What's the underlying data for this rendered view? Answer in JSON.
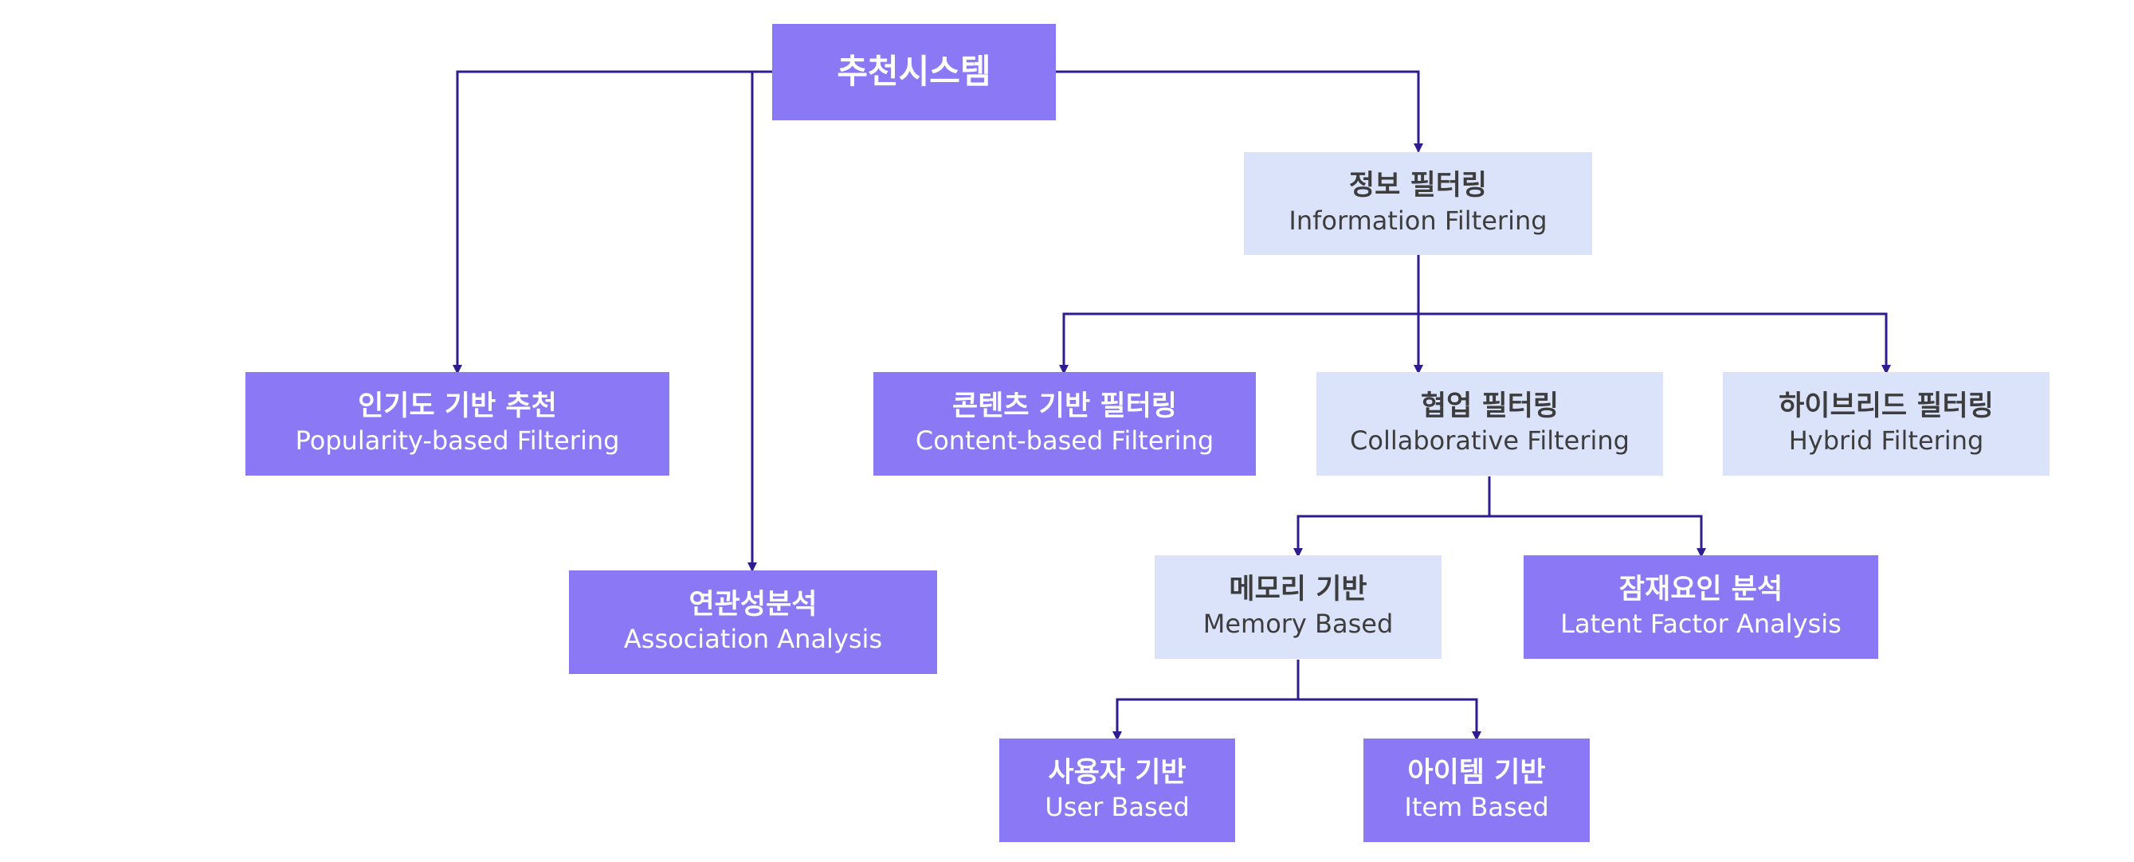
{
  "colors": {
    "primary": "#8b78f5",
    "secondary": "#dbe3fa",
    "line": "#2e1d8f"
  },
  "nodes": {
    "root": {
      "ko": "추천시스템"
    },
    "popularity": {
      "ko": "인기도 기반 추천",
      "en": "Popularity-based Filtering"
    },
    "association": {
      "ko": "연관성분석",
      "en": "Association Analysis"
    },
    "information": {
      "ko": "정보 필터링",
      "en": "Information Filtering"
    },
    "content": {
      "ko": "콘텐츠 기반 필터링",
      "en": "Content-based Filtering"
    },
    "collaborative": {
      "ko": "협업 필터링",
      "en": "Collaborative Filtering"
    },
    "hybrid": {
      "ko": "하이브리드 필터링",
      "en": "Hybrid Filtering"
    },
    "memory": {
      "ko": "메모리 기반",
      "en": "Memory Based"
    },
    "latent": {
      "ko": "잠재요인 분석",
      "en": "Latent Factor Analysis"
    },
    "user": {
      "ko": "사용자 기반",
      "en": "User Based"
    },
    "item": {
      "ko": "아이템 기반",
      "en": "Item Based"
    }
  }
}
